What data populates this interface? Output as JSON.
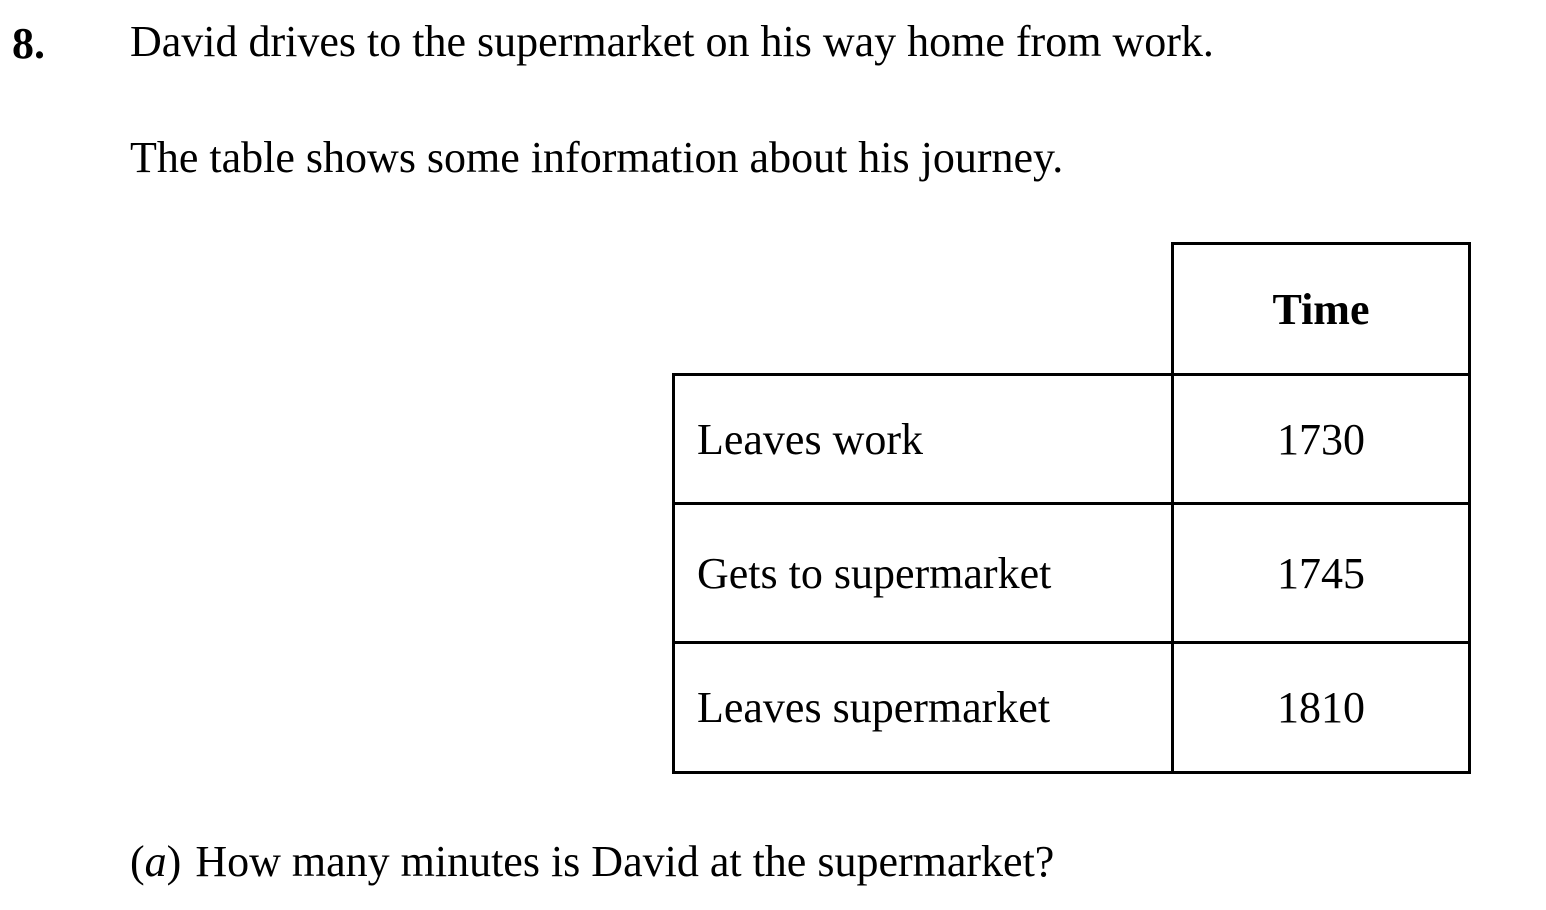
{
  "question": {
    "number": "8.",
    "intro_line_1": "David drives to the supermarket on his way home from work.",
    "intro_line_2": "The table shows some information about his journey."
  },
  "table": {
    "header": "Time",
    "rows": [
      {
        "event": "Leaves work",
        "time": "1730"
      },
      {
        "event": "Gets to supermarket",
        "time": "1745"
      },
      {
        "event": "Leaves supermarket",
        "time": "1810"
      }
    ]
  },
  "part_a": {
    "open_paren": "(",
    "letter": "a",
    "close_paren": ")",
    "text": "How many minutes is David at the supermarket?"
  }
}
